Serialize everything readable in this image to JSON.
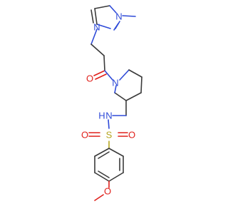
{
  "molecule": {
    "atoms": {
      "n_imidazole_1": "N",
      "n_imidazole_2": "N",
      "o_carbonyl": "O",
      "n_piperidine": "N",
      "n_sulfonamide": "N",
      "h_sulfonamide": "H",
      "s_sulfonyl": "S",
      "o_sulfonyl_left": "O",
      "o_sulfonyl_right": "O",
      "o_methoxy": "O"
    },
    "colors": {
      "carbon_bond": "#3a3a3a",
      "nitrogen": "#2e4ad8",
      "oxygen": "#e0201b",
      "sulfur": "#b5a51e"
    }
  }
}
